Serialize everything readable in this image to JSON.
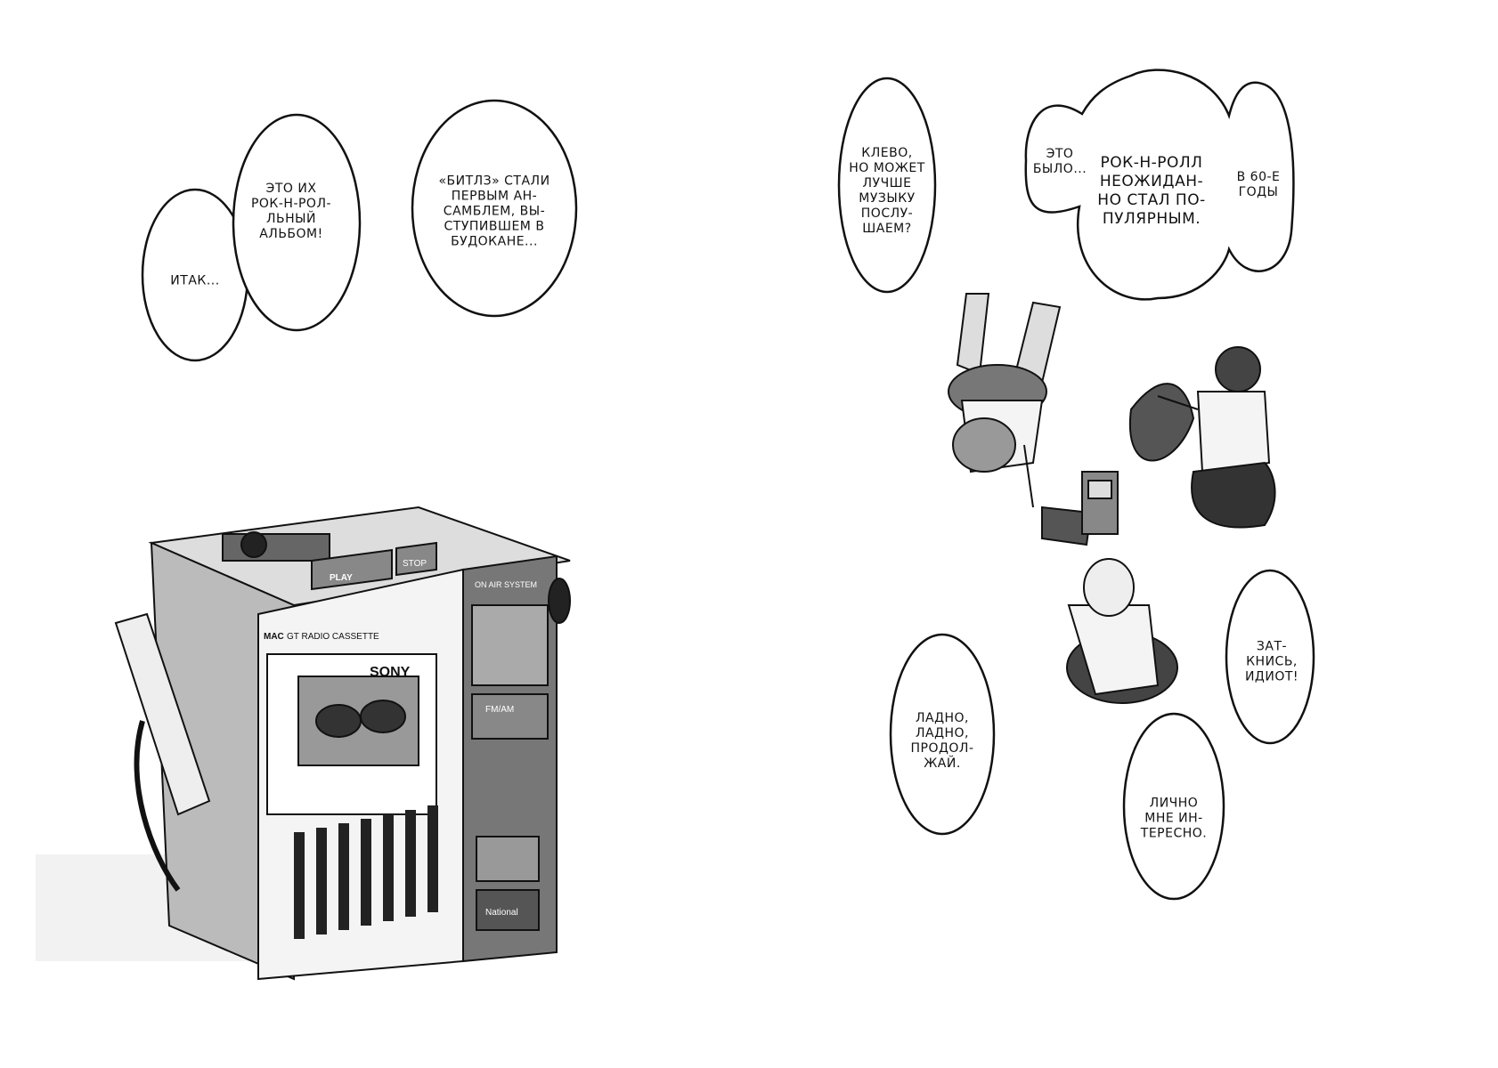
{
  "left_page": {
    "bubbles": [
      {
        "id": "itak",
        "lines": [
          "ИТАК..."
        ]
      },
      {
        "id": "album",
        "lines": [
          "ЭТО ИХ",
          "РОК-Н-РОЛ-",
          "ЛЬНЫЙ",
          "АЛЬБОМ!"
        ]
      },
      {
        "id": "beatles",
        "lines": [
          "«БИТЛЗ» СТАЛИ",
          "ПЕРВЫМ АН-",
          "САМБЛЕМ, ВЫ-",
          "СТУПИВШЕМ В",
          "БУДОКАНЕ..."
        ]
      }
    ],
    "radio": {
      "brand_cassette": "SONY",
      "brand_front": "National",
      "model_label": "GT RADIO CASSETTE",
      "logo": "MAC",
      "play_label": "PLAY",
      "stop_label": "STOP",
      "panel_label": "ON AIR SYSTEM",
      "band_label": "FM/AM"
    }
  },
  "right_page": {
    "bubbles": [
      {
        "id": "klevo",
        "lines": [
          "КЛЕВО,",
          "НО МОЖЕТ",
          "ЛУЧШЕ",
          "МУЗЫКУ",
          "ПОСЛУ-",
          "ШАЕМ?"
        ]
      },
      {
        "id": "eto_bylo",
        "lines": [
          "ЭТО",
          "БЫЛО..."
        ]
      },
      {
        "id": "rocknroll",
        "lines": [
          "РОК-Н-РОЛЛ",
          "НЕОЖИДАН-",
          "НО СТАЛ ПО-",
          "ПУЛЯРНЫМ."
        ]
      },
      {
        "id": "sixties",
        "lines": [
          "В 60-Е",
          "ГОДЫ"
        ]
      },
      {
        "id": "ladno",
        "lines": [
          "ЛАДНО,",
          "ЛАДНО,",
          "ПРОДОЛ-",
          "ЖАЙ."
        ]
      },
      {
        "id": "zatknis",
        "lines": [
          "ЗАТ-",
          "КНИСЬ,",
          "ИДИОТ!"
        ]
      },
      {
        "id": "lichno",
        "lines": [
          "ЛИЧНО",
          "МНЕ ИН-",
          "ТЕРЕСНО."
        ]
      }
    ]
  }
}
